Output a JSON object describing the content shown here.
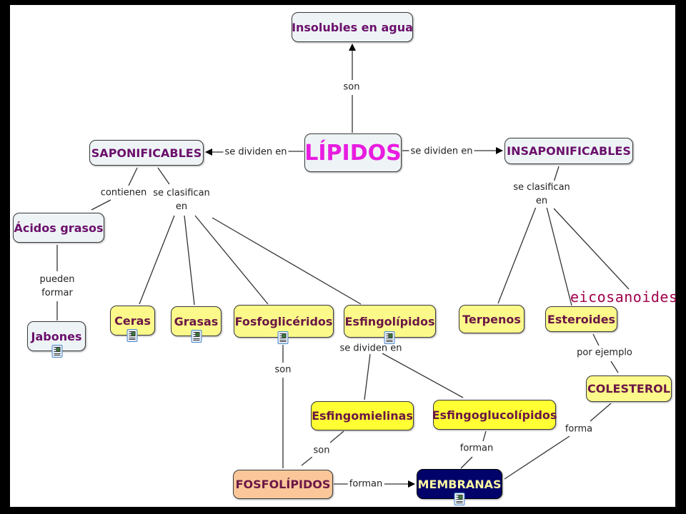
{
  "title": "LÍPIDOS",
  "nodes": {
    "insolubles": {
      "label": "Insolubles en agua",
      "has_resource": false
    },
    "lipidos": {
      "label": "LÍPIDOS",
      "has_resource": false
    },
    "saponificables": {
      "label": "SAPONIFICABLES",
      "has_resource": false
    },
    "insaponificables": {
      "label": "INSAPONIFICABLES",
      "has_resource": false
    },
    "acidos": {
      "label": "Ácidos grasos",
      "has_resource": false
    },
    "jabones": {
      "label": "Jabones",
      "has_resource": true
    },
    "ceras": {
      "label": "Ceras",
      "has_resource": true
    },
    "grasas": {
      "label": "Grasas",
      "has_resource": true
    },
    "fosfogliceridos": {
      "label": "Fosfoglicéridos",
      "has_resource": true
    },
    "esfingolipidos": {
      "label": "Esfingolípidos",
      "has_resource": true
    },
    "terpenos": {
      "label": "Terpenos",
      "has_resource": false
    },
    "esteroides": {
      "label": "Esteroides",
      "has_resource": false
    },
    "colesterol": {
      "label": "COLESTEROL",
      "has_resource": false
    },
    "esfingomielinas": {
      "label": "Esfingomielinas",
      "has_resource": false
    },
    "esfingoglucolipidos": {
      "label": "Esfingoglucolípidos",
      "has_resource": false
    },
    "fosfolipidos": {
      "label": "FOSFOLÍPIDOS",
      "has_resource": false
    },
    "membranas": {
      "label": "MEMBRANAS",
      "has_resource": true
    }
  },
  "links": {
    "son_top": "son",
    "divide_left": "se dividen en",
    "divide_right": "se dividen en",
    "contienen": "contienen",
    "clasifican_left": "se clasifican\nen",
    "clasifican_right": "se clasifican\nen",
    "pueden_formar": "pueden\nformar",
    "son_fosfo": "son",
    "divide_esfingo": "se dividen en",
    "son_esfingo": "son",
    "forman_glucol": "forman",
    "forman_bottom": "forman",
    "forma_colesterol": "forma",
    "por_ejemplo": "por ejemplo"
  },
  "annotation": "eicosanoides",
  "colors": {
    "title_magenta": "#e81ce0",
    "node_text_purple": "#6b0f6b",
    "node_text_maroon": "#6b1645",
    "pale_fill": "#eef4f6",
    "yellow_fill": "#fbf98a",
    "bright_yellow_fill": "#ffff33",
    "peach_fill": "#fbc79a",
    "navy_fill": "#02026b",
    "annotation_red": "#a0004a"
  }
}
